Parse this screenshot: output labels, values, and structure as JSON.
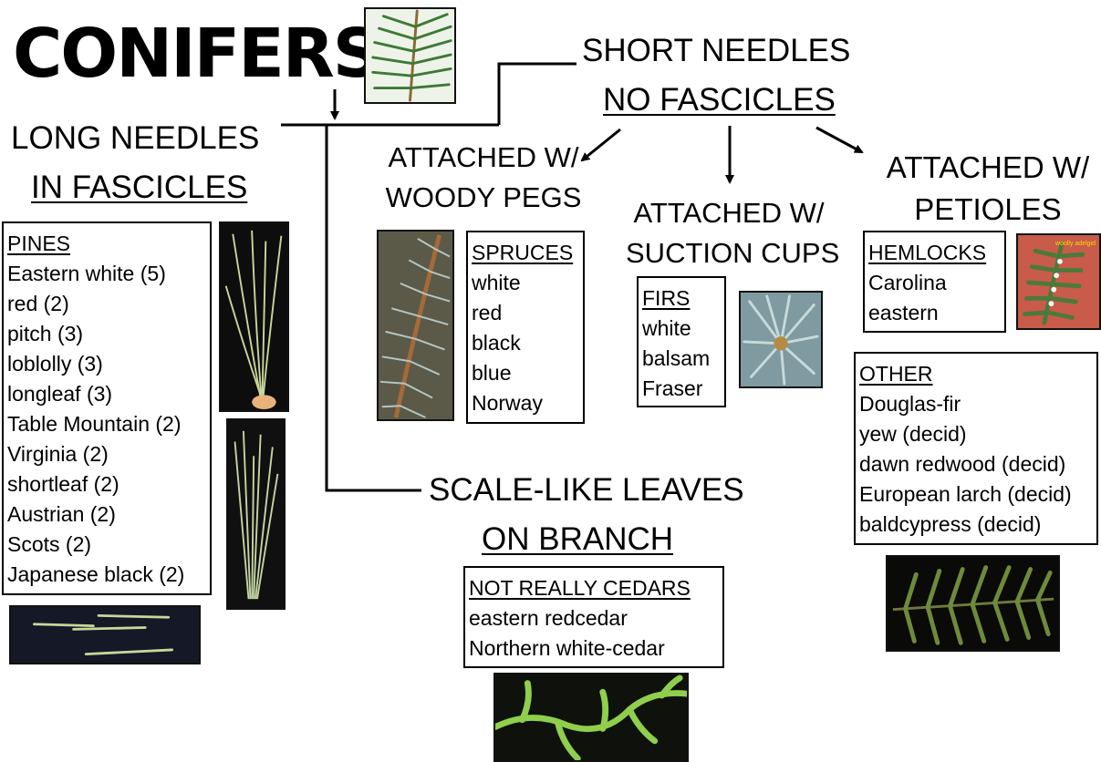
{
  "title": "CONIFERS",
  "long_needles": {
    "line1": "LONG NEEDLES",
    "line2": "IN FASCICLES"
  },
  "short_needles": {
    "line1": "SHORT NEEDLES",
    "line2": "NO FASCICLES"
  },
  "scale_like": {
    "line1": "SCALE-LIKE LEAVES",
    "line2": "ON BRANCH"
  },
  "woody_pegs": {
    "line1": "ATTACHED W/",
    "line2": "WOODY PEGS"
  },
  "suction_cups": {
    "line1": "ATTACHED W/",
    "line2": "SUCTION CUPS"
  },
  "petioles": {
    "line1": "ATTACHED W/",
    "line2": "PETIOLES"
  },
  "pines": {
    "heading": "PINES",
    "items": [
      "Eastern white (5)",
      "red (2)",
      "pitch (3)",
      "loblolly (3)",
      "longleaf (3)",
      "Table Mountain (2)",
      "Virginia (2)",
      "shortleaf (2)",
      "Austrian (2)",
      "Scots (2)",
      "Japanese black (2)"
    ]
  },
  "spruces": {
    "heading": "SPRUCES",
    "items": [
      "white",
      "red",
      "black",
      "blue",
      "Norway"
    ]
  },
  "firs": {
    "heading": "FIRS",
    "items": [
      "white",
      "balsam",
      "Fraser"
    ]
  },
  "hemlocks": {
    "heading": "HEMLOCKS",
    "items": [
      "Carolina",
      "eastern"
    ]
  },
  "other": {
    "heading": "OTHER",
    "items": [
      "Douglas-fir",
      "yew (decid)",
      "dawn redwood (decid)",
      "European larch (decid)",
      "baldcypress (decid)"
    ]
  },
  "cedars": {
    "heading": "NOT REALLY CEDARS",
    "items": [
      "eastern redcedar",
      "Northern white-cedar"
    ]
  },
  "photo_caption": "woolly adelgid",
  "colors": {
    "line": "#000000",
    "foliage": "#3f7a3a",
    "needle": "#c9d79a",
    "blue_foliage": "#9fb6b8"
  }
}
